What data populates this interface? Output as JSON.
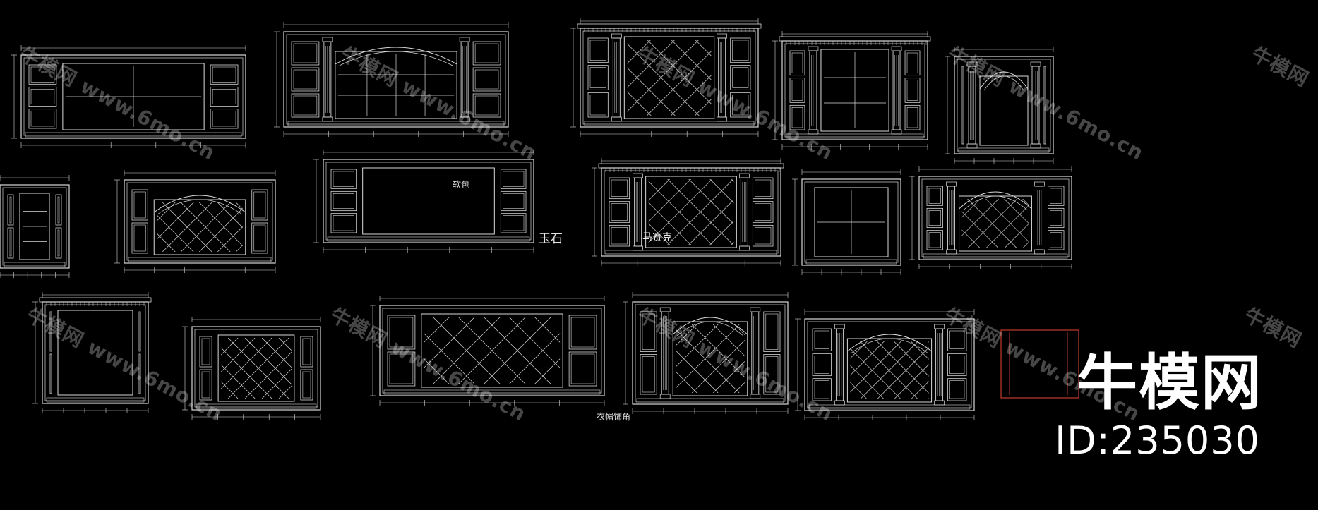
{
  "watermark": {
    "brand_cn": "牛模网",
    "url": "www.6mo.cn"
  },
  "branding": {
    "name": "牛模网",
    "id_text": "ID:235030"
  },
  "drawing_labels": {
    "jade": "玉石",
    "mosaic": "马赛克",
    "soft_pack": "软包",
    "paint_ceiling": "衣帽饰角"
  },
  "colors": {
    "background": "#000000",
    "line": "#d9d9d9",
    "accent": "#c0392b"
  }
}
